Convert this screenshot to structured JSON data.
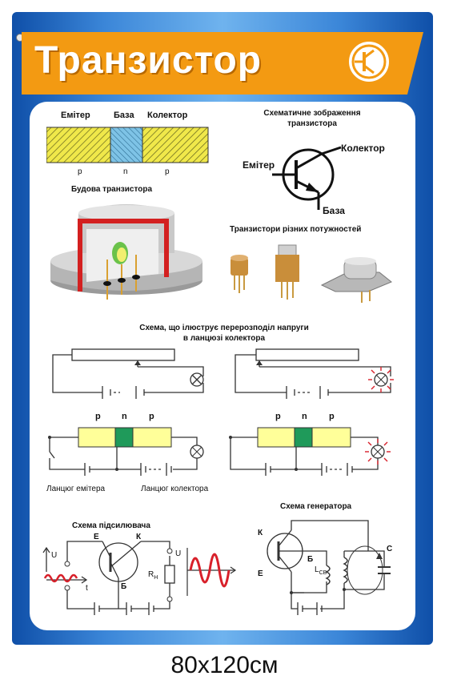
{
  "title": "Транзистор",
  "size_label": "80x120см",
  "structure": {
    "labels": {
      "emitter": "Емітер",
      "base": "База",
      "collector": "Колектор"
    },
    "regions": [
      "p",
      "n",
      "p"
    ],
    "caption": "Будова транзистора"
  },
  "symbol": {
    "title_line1": "Схематичне зображення",
    "title_line2": "транзистора",
    "emitter": "Емітер",
    "collector": "Колектор",
    "base": "База"
  },
  "powers": {
    "title": "Транзистори різних потужностей"
  },
  "distribution": {
    "title_line1": "Схема, що ілюструє перерозподіл напруги",
    "title_line2": "в ланцюзі колектора",
    "regions": [
      "p",
      "n",
      "p"
    ],
    "emitter_chain": "Ланцюг емітера",
    "collector_chain": "Ланцюг колектора"
  },
  "amplifier": {
    "title": "Схема підсилювача",
    "E": "Е",
    "K": "К",
    "B": "Б",
    "U_in": "U",
    "U_out": "U",
    "t": "t",
    "R": "R",
    "R_sub": "Н"
  },
  "generator": {
    "title": "Схема генератора",
    "K": "К",
    "B": "Б",
    "E": "Е",
    "L": "L",
    "L_sub": "СВ",
    "C": "С"
  },
  "colors": {
    "banner": "#f39a12",
    "blue": "#1f6fc8",
    "yellow": "#ffff99",
    "green": "#1f9a5a",
    "red": "#d8202a"
  }
}
